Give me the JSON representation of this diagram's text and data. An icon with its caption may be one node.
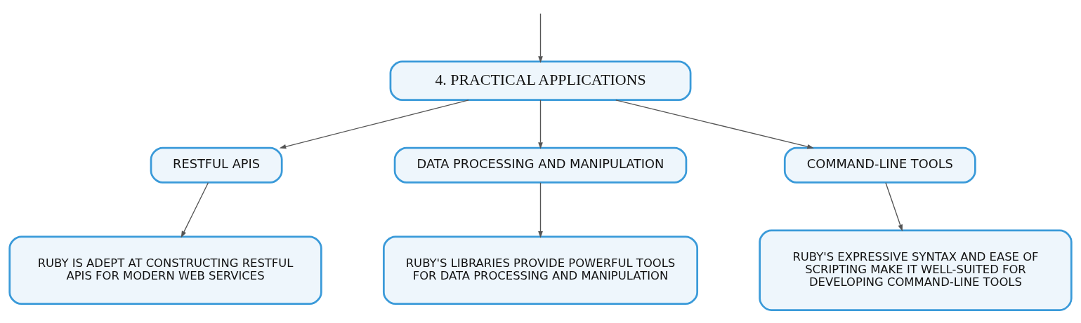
{
  "diagram": {
    "nodes": [
      {
        "text": [
          "4. PRACTICAL APPLICATIONS"
        ]
      },
      {
        "text": [
          "RESTFUL APIS"
        ]
      },
      {
        "text": [
          "DATA PROCESSING AND MANIPULATION"
        ]
      },
      {
        "text": [
          "COMMAND-LINE TOOLS"
        ]
      },
      {
        "text": [
          "RUBY IS ADEPT AT CONSTRUCTING RESTFUL APIS FOR MODERN WEB SERVICES"
        ]
      },
      {
        "text": [
          "RUBY'S LIBRARIES PROVIDE POWERFUL TOOLS FOR DATA PROCESSING AND MANIPULATION"
        ]
      },
      {
        "text": [
          "RUBY'S EXPRESSIVE SYNTAX AND EASE OF SCRIPTING MAKE IT WELL-SUITED FOR DEVELOPING COMMAND-LINE TOOLS"
        ]
      }
    ],
    "edges": [
      {
        "from": null,
        "to": 0,
        "arrow": "to"
      },
      {
        "from": 0,
        "to": 1,
        "arrow": "to"
      },
      {
        "from": 0,
        "to": 2,
        "arrow": "to"
      },
      {
        "from": 0,
        "to": 3,
        "arrow": "to"
      },
      {
        "from": 1,
        "to": 4,
        "arrow": "to"
      },
      {
        "from": 2,
        "to": 5,
        "arrow": "to"
      },
      {
        "from": 3,
        "to": 6,
        "arrow": "to"
      }
    ]
  }
}
